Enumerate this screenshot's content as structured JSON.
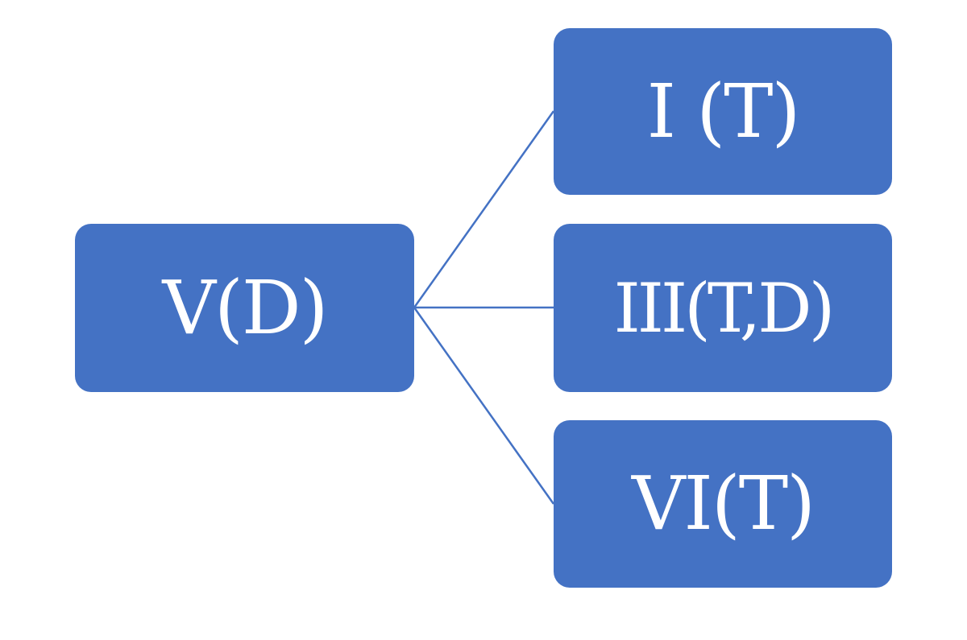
{
  "diagram": {
    "colors": {
      "node_fill": "#4472c4",
      "node_text": "#ffffff",
      "connector": "#4472c4"
    },
    "root": {
      "label": "V(D)"
    },
    "children": [
      {
        "label": "I (T)"
      },
      {
        "label": "III(T,D)"
      },
      {
        "label": "VI(T)"
      }
    ]
  }
}
